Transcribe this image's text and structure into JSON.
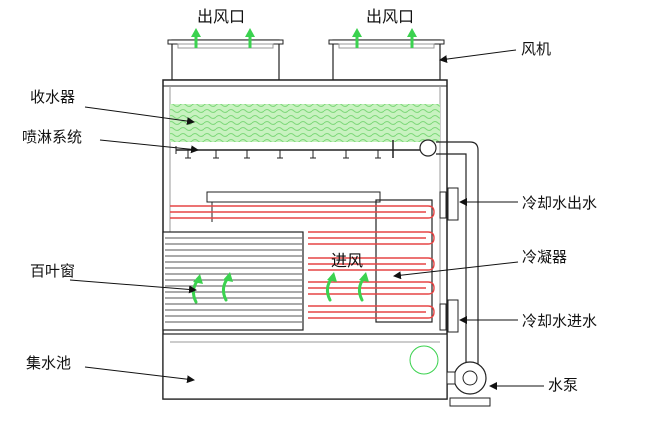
{
  "labels": {
    "outlet_left": "出风口",
    "outlet_right": "出风口",
    "fan": "风机",
    "water_collector": "收水器",
    "spray_system": "喷淋系统",
    "cooling_water_out": "冷却水出水",
    "louver": "百叶窗",
    "condenser": "冷凝器",
    "air_inlet": "进风",
    "cooling_water_in": "冷却水进水",
    "water_basin": "集水池",
    "water_pump": "水泵"
  },
  "colors": {
    "outline": "#222222",
    "green_fill": "#c8f2c0",
    "green_wave": "#7ed87a",
    "arrow_green": "#3bd24f",
    "coil_red": "#e64545",
    "leader": "#111111"
  }
}
